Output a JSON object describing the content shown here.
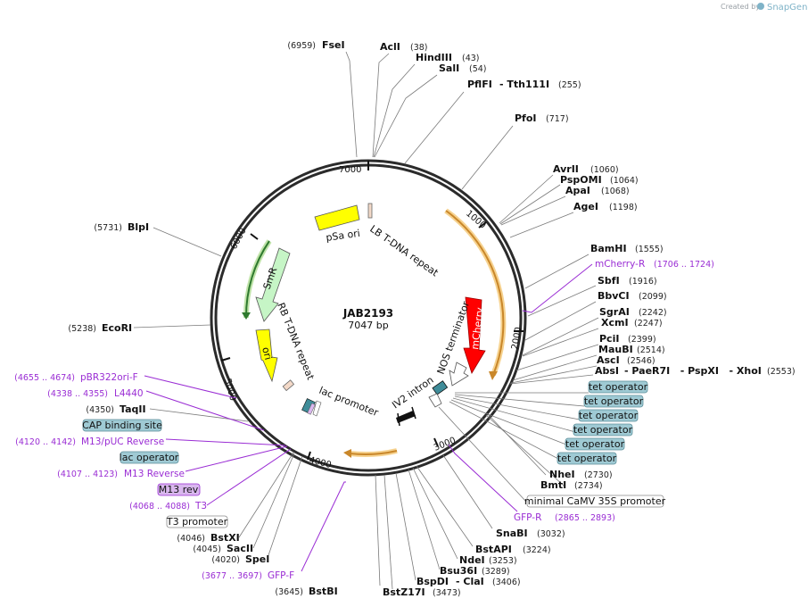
{
  "credit": {
    "prefix": "Created by",
    "brand": "SnapGene"
  },
  "plasmid": {
    "name": "JAB2193",
    "size": "7047 bp"
  },
  "ticks": [
    "1000",
    "2000",
    "3000",
    "4000",
    "5000",
    "6000",
    "7000"
  ],
  "enzymes_top": [
    {
      "name": "FseI",
      "pos": "(6959)"
    },
    {
      "name": "AclI",
      "pos": "(38)"
    },
    {
      "name": "HindIII",
      "pos": "(43)"
    },
    {
      "name": "SalI",
      "pos": "(54)"
    },
    {
      "name": "PflFI",
      "extra": "- Tth111I",
      "pos": "(255)"
    },
    {
      "name": "PfoI",
      "pos": "(717)"
    }
  ],
  "enzymes_right": [
    {
      "name": "AvrII",
      "pos": "(1060)"
    },
    {
      "name": "PspOMI",
      "pos": "(1064)"
    },
    {
      "name": "ApaI",
      "pos": "(1068)"
    },
    {
      "name": "AgeI",
      "pos": "(1198)"
    },
    {
      "name": "BamHI",
      "pos": "(1555)"
    },
    {
      "name": "SbfI",
      "pos": "(1916)"
    },
    {
      "name": "BbvCI",
      "pos": "(2099)"
    },
    {
      "name": "SgrAI",
      "pos": "(2242)"
    },
    {
      "name": "XcmI",
      "pos": "(2247)"
    },
    {
      "name": "PciI",
      "pos": "(2399)"
    },
    {
      "name": "MauBI",
      "pos": "(2514)"
    },
    {
      "name": "AscI",
      "pos": "(2546)"
    },
    {
      "name": "AbsI",
      "extra": "- PaeR7I   - PspXI   - XhoI",
      "pos": "(2553)"
    },
    {
      "name": "NheI",
      "pos": "(2730)"
    },
    {
      "name": "BmtI",
      "pos": "(2734)"
    }
  ],
  "enzymes_bottom": [
    {
      "name": "SnaBI",
      "pos": "(3032)"
    },
    {
      "name": "BstAPI",
      "pos": "(3224)"
    },
    {
      "name": "NdeI",
      "pos": "(3253)"
    },
    {
      "name": "Bsu36I",
      "pos": "(3289)"
    },
    {
      "name": "BspDI",
      "extra": "- ClaI",
      "pos": "(3406)"
    },
    {
      "name": "BstZ17I",
      "pos": "(3473)"
    },
    {
      "name": "BstBI",
      "pos": "(3645)"
    },
    {
      "name": "SpeI",
      "pos": "(4020)"
    },
    {
      "name": "SacII",
      "pos": "(4045)"
    },
    {
      "name": "BstXI",
      "pos": "(4046)"
    },
    {
      "name": "TaqII",
      "pos": "(4350)"
    },
    {
      "name": "EcoRI",
      "pos": "(5238)"
    },
    {
      "name": "BlpI",
      "pos": "(5731)"
    }
  ],
  "primers": [
    {
      "name": "mCherry-R",
      "range": "(1706 .. 1724)"
    },
    {
      "name": "GFP-R",
      "range": "(2865 .. 2893)"
    },
    {
      "name": "GFP-F",
      "range": "(3677 .. 3697)"
    },
    {
      "name": "T3",
      "range": "(4068 .. 4088)"
    },
    {
      "name": "M13 Reverse",
      "range": "(4107 .. 4123)"
    },
    {
      "name": "M13/pUC Reverse",
      "range": "(4120 .. 4142)"
    },
    {
      "name": "L4440",
      "range": "(4338 .. 4355)"
    },
    {
      "name": "pBR322ori-F",
      "range": "(4655 .. 4674)"
    }
  ],
  "boxed": {
    "tet_operator": "tet operator",
    "cap_site": "CAP binding site",
    "lac_operator": "lac operator",
    "m13_rev": "M13 rev",
    "t3_promoter": "T3 promoter",
    "min_camv": "minimal CaMV 35S promoter"
  },
  "features": {
    "psa_ori": "pSa ori",
    "lb_repeat": "LB T-DNA repeat",
    "smr": "SmR",
    "rb_repeat": "RB T-DNA repeat",
    "ori": "ori",
    "lac_promoter": "lac promoter",
    "iv2_intron": "IV2 intron",
    "nos_terminator": "NOS terminator",
    "mcherry": "mCherry"
  },
  "colors": {
    "backbone": "#2b2b2b",
    "orange_arc": "#e7a33c",
    "yellow": "#ffff00",
    "smr_green": "#c6f5c6",
    "mcherry_red": "#ff0000",
    "primer_purple": "#9a2dd4",
    "operator_blue": "#9fcad4"
  }
}
